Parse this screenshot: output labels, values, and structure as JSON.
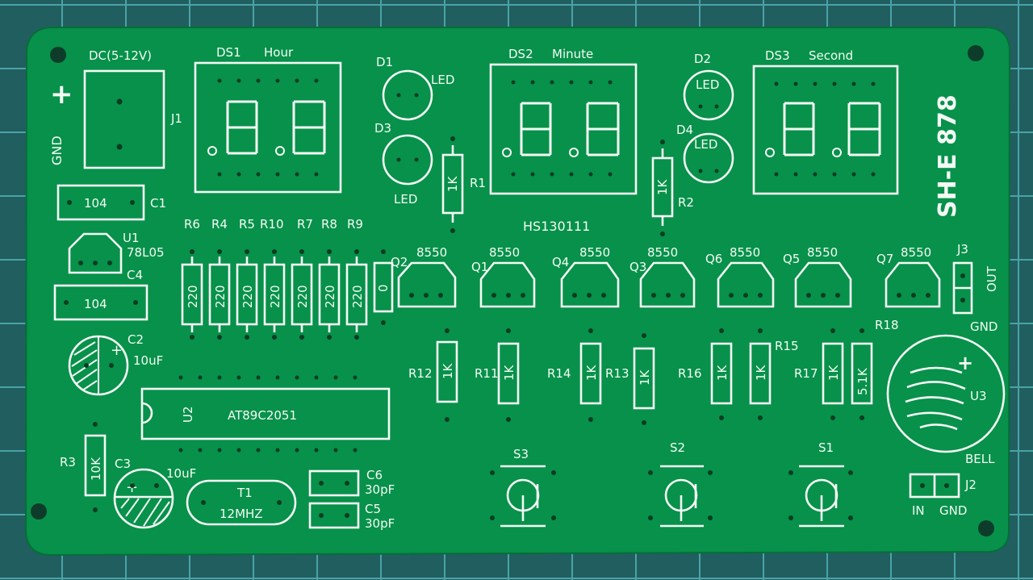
{
  "labels": {
    "dc": "DC(5-12V)",
    "plus": "+",
    "gnd_left": "GND",
    "j1": "J1",
    "ds1": "DS1",
    "hour": "Hour",
    "ds2": "DS2",
    "minute": "Minute",
    "ds3": "DS3",
    "second": "Second",
    "d1": "D1",
    "d2": "D2",
    "d3": "D3",
    "d4": "D4",
    "led": "LED",
    "r1": "R1",
    "r2": "R2",
    "r_1k": "1K",
    "hs": "HS130111",
    "sh": "SH-E 878",
    "c1_val": "104",
    "c1": "C1",
    "u1": "U1",
    "u1_val": "78L05",
    "c4": "C4",
    "c4_val": "104",
    "c2": "C2",
    "c2_val": "10uF",
    "c_plus": "+",
    "r6": "R6",
    "r4": "R4",
    "r5": "R5",
    "r10": "R10",
    "r7": "R7",
    "r8": "R8",
    "r9": "R9",
    "r_220": "220",
    "r_0": "0",
    "q1": "Q1",
    "q2": "Q2",
    "q3": "Q3",
    "q4": "Q4",
    "q5": "Q5",
    "q6": "Q6",
    "q7": "Q7",
    "q_val": "8550",
    "j3": "J3",
    "out": "OUT",
    "gnd_right": "GND",
    "r11": "R11",
    "r12": "R12",
    "r13": "R13",
    "r14": "R14",
    "r15": "R15",
    "r16": "R16",
    "r17": "R17",
    "r18": "R18",
    "r_51k": "5.1K",
    "u3": "U3",
    "bell": "BELL",
    "u3_plus": "+",
    "u2": "U2",
    "u2_val": "AT89C2051",
    "r3": "R3",
    "r3_val": "10K",
    "c3": "C3",
    "c3_val": "10uF",
    "t1": "T1",
    "t1_val": "12MHZ",
    "c5": "C5",
    "c5_val": "30pF",
    "c6": "C6",
    "c6_val": "30pF",
    "s1": "S1",
    "s2": "S2",
    "s3": "S3",
    "j2": "J2",
    "in": "IN",
    "gnd_j2": "GND"
  }
}
